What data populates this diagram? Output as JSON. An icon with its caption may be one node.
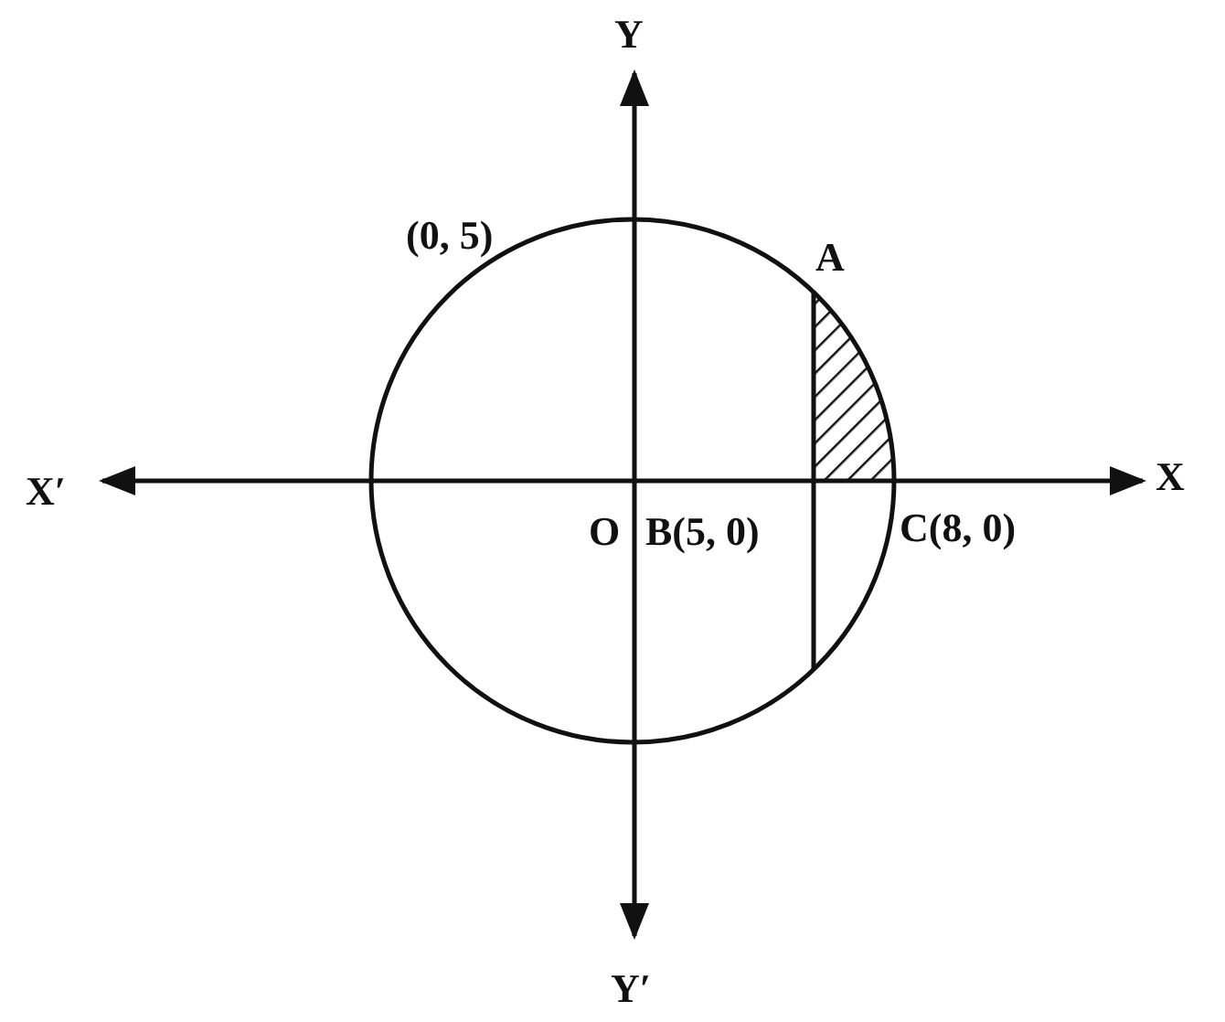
{
  "diagram": {
    "labels": [
      "Y",
      "(0, 5)",
      "A",
      "X′",
      "X",
      "O",
      "B(5, 0)",
      "C(8, 0)",
      "Y′"
    ]
  }
}
